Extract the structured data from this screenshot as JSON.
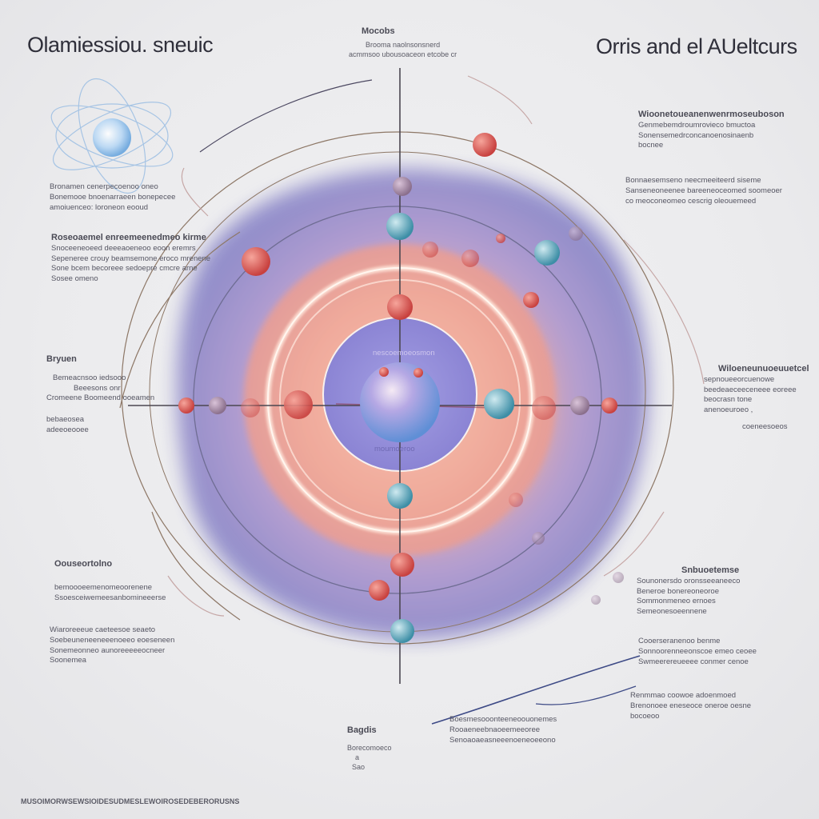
{
  "header": {
    "title_left": "Olamiessiou. sneuic",
    "title_center": "Mocobs",
    "title_right": "Orris and el AUeltcurs",
    "center_lines": [
      "Brooma naolnsonsnerd",
      "acmmsoo ubousoaceon etcobe cr"
    ]
  },
  "annotations": {
    "top_right": [
      "Wioonetoueanenwenrmoseuboson",
      "Genmebemdroumrovieco bmuctoa",
      "Sonensemedrconcanoenosinaenb",
      "bocnee"
    ],
    "right_upper": [
      "Bonnaesemseno neecmeeiteerd siseme",
      "Sanseneoneenee bareeneoceomed soomeoer",
      "co meoconeomeo cescrig oleouemeed"
    ],
    "left_upper": [
      "Bronamen cenerpecoenoo oneo",
      "Bonemooe bnoenarraeen bonepecee",
      "amoiuenceo: loroneon eooud"
    ],
    "left_mid_title": "Roseoaemel enreemeenedmeo kirme",
    "left_mid": [
      "Snoceeneoeed deeeaoeneoo eoon eremrs",
      "Sepeneree crouy beamsemone eroco mrenene",
      "Sone bcem becoreee sedoepre cmcre arne",
      "Sosee omeno"
    ],
    "left_axis_title": "Bryuen",
    "left_axis": [
      "Bemeacnsoo iedsooo",
      "Beeesons onr",
      "Cromeene Boomeend ooeamen",
      "bebaeosea",
      "adeeoeooee"
    ],
    "right_axis_title": "Wiloeneunuoeuuetcel",
    "right_axis": [
      "sepnoueeorcuenowe",
      "beedeaeceeceneee eoreee",
      "beocrasn tone",
      "anenoeuroeo ,",
      "coeneesoeos"
    ],
    "left_lower_title": "Oouseortolno",
    "left_lower": [
      "bemoooeemenomeoorenene",
      "Ssoesceiwemeesanbomineeerse"
    ],
    "left_bottom": [
      "Wiaroreeeue caeteesoe seaeto",
      "Soebeuneneeneeenoeeo eoeseneen",
      "Sonemeonneo aunoreeeeeocneer",
      "Soonemea"
    ],
    "right_lower_title": "Snbuoetemse",
    "right_lower": [
      "Sounonersdo oronsseeaneeco",
      "Beneroe bonereoneoroe",
      "Sommonmeneo ernoes",
      "Semeonesoeennene"
    ],
    "right_bottom": [
      "Cooerseranenoo benme",
      "Sonnoorenneeonscoe emeo ceoee",
      "Swmeerereueeee conmer cenoe"
    ],
    "right_foot": [
      "Renmmao coowoe adoenmoed",
      "Brenonoee eneseoce oneroe oesne",
      "bocoeoo"
    ],
    "bottom_center_title": "Bagdis",
    "bottom_center": [
      "Borecomoeco",
      "a",
      "Sao"
    ],
    "bottom_mid": [
      "Boesmesooonteeneoouonemes",
      "Rooaeneebnaoeemeeoree",
      "Senoaoaeasneeenoeneoeeono"
    ],
    "footer": "MUSOIMORWSEWSIOIDESUDMESLEWOIROSEDEBERORUSNS",
    "core_label": "nescoemoeosmon",
    "core_sub": "moumoeroo"
  },
  "colors": {
    "background": "#ececee",
    "outer_glow": "#8d8ac8",
    "inner_glow": "#f3a79a",
    "nucleus": "#7f9fdc",
    "particle_red": "#d9534e",
    "particle_teal": "#5fa8b8",
    "axis": "#4b4750"
  }
}
